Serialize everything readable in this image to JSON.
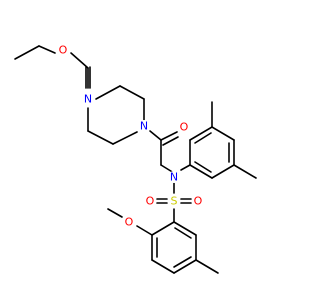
{
  "molecule": {
    "atoms": [
      {
        "symbol": "O",
        "color": "#ff0000"
      },
      {
        "symbol": "O",
        "color": "#ff0000"
      },
      {
        "symbol": "N",
        "color": "#0000ff"
      },
      {
        "symbol": "N",
        "color": "#0000ff"
      },
      {
        "symbol": "O",
        "color": "#ff0000"
      },
      {
        "symbol": "N",
        "color": "#0000ff"
      },
      {
        "symbol": "S",
        "color": "#cccc00"
      },
      {
        "symbol": "O",
        "color": "#ff0000"
      },
      {
        "symbol": "O",
        "color": "#ff0000"
      },
      {
        "symbol": "O",
        "color": "#ff0000"
      }
    ],
    "bond_color": "#000000"
  }
}
